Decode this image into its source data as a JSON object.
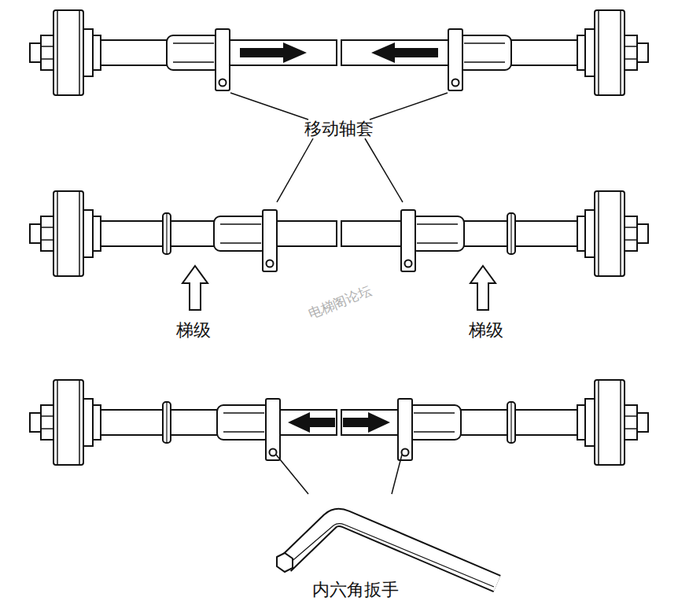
{
  "diagram": {
    "labels": [
      "移动轴套",
      "梯级",
      "电梯阁论坛",
      "梯级",
      "内六角扳手"
    ]
  }
}
